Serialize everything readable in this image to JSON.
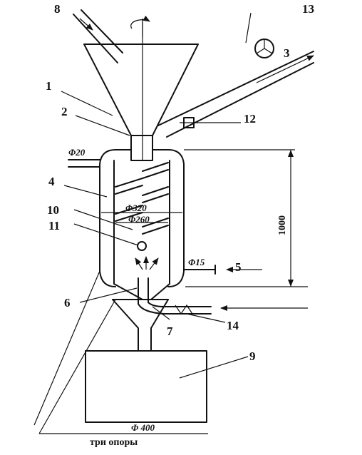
{
  "diagram": {
    "labels": {
      "n1": "1",
      "n2": "2",
      "n3": "3",
      "n4": "4",
      "n5": "5",
      "n6": "6",
      "n7": "7",
      "n8": "8",
      "n9": "9",
      "n10": "10",
      "n11": "11",
      "n12": "12",
      "n13": "13",
      "n14": "14"
    },
    "dimensions": {
      "d20": "Φ20",
      "d320": "Φ320",
      "d260": "Φ260",
      "d15": "Φ15",
      "d400": "Φ 400",
      "h1000": "1000"
    },
    "caption": "три опоры"
  }
}
